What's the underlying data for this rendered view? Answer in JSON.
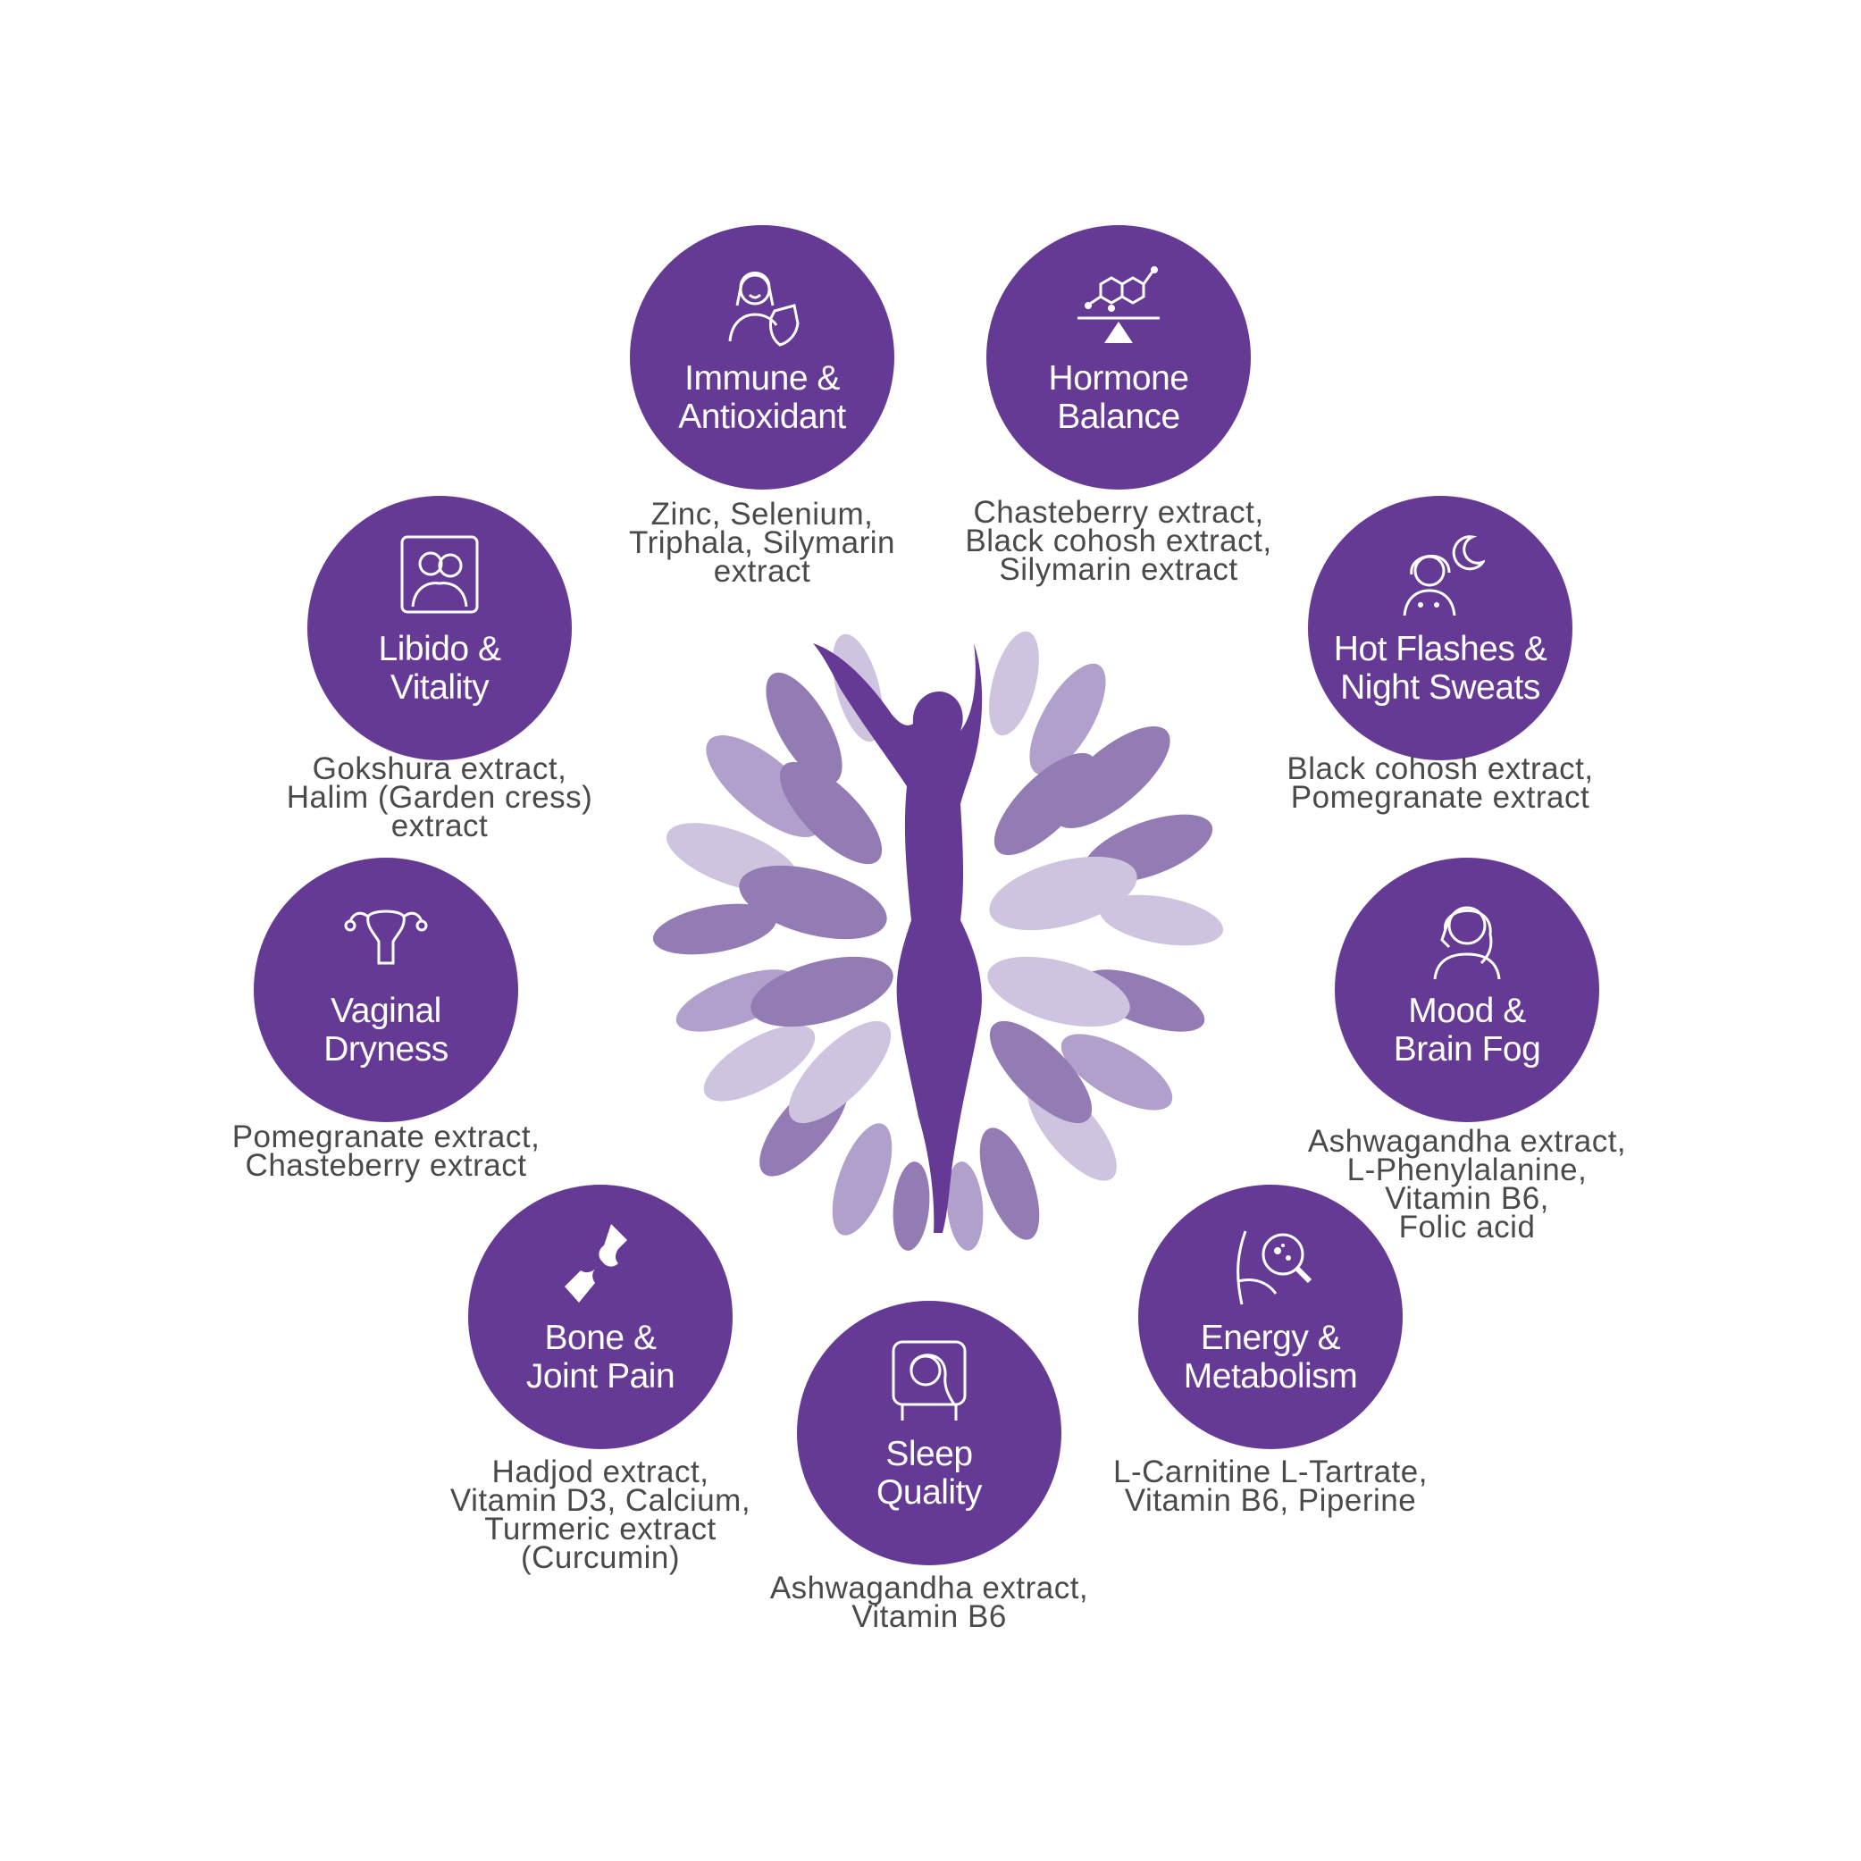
{
  "colors": {
    "primary": "#653a95",
    "leaf_dark": "#937cb3",
    "leaf_mid": "#b1a0cb",
    "leaf_light": "#cfc4e0",
    "text": "#4a4a4a",
    "background": "#ffffff"
  },
  "center": {
    "illustration": "woman-silhouette-with-leaves"
  },
  "benefits": [
    {
      "title_lines": [
        "Immune &",
        "Antioxidant"
      ],
      "icon": "woman-shield-icon",
      "ingredients": [
        "Zinc, Selenium,",
        "Triphala, Silymarin",
        "extract"
      ]
    },
    {
      "title_lines": [
        "Hormone",
        "Balance"
      ],
      "icon": "molecule-balance-icon",
      "ingredients": [
        "Chasteberry extract,",
        "Black cohosh extract,",
        "Silymarin extract"
      ]
    },
    {
      "title_lines": [
        "Hot Flashes &",
        "Night Sweats"
      ],
      "icon": "sweating-woman-moon-icon",
      "ingredients": [
        "Black cohosh extract,",
        "Pomegranate extract"
      ]
    },
    {
      "title_lines": [
        "Mood &",
        "Brain Fog"
      ],
      "icon": "headache-woman-icon",
      "ingredients": [
        "Ashwagandha extract,",
        "L-Phenylalanine,",
        "Vitamin B6,",
        "Folic acid"
      ]
    },
    {
      "title_lines": [
        "Energy &",
        "Metabolism"
      ],
      "icon": "body-magnifier-icon",
      "ingredients": [
        "L-Carnitine L-Tartrate,",
        "Vitamin B6, Piperine"
      ]
    },
    {
      "title_lines": [
        "Sleep",
        "Quality"
      ],
      "icon": "sleeping-woman-icon",
      "ingredients": [
        "Ashwagandha extract,",
        "Vitamin B6"
      ]
    },
    {
      "title_lines": [
        "Bone &",
        "Joint Pain"
      ],
      "icon": "knee-joint-icon",
      "ingredients": [
        "Hadjod extract,",
        "Vitamin D3, Calcium,",
        "Turmeric extract",
        "(Curcumin)"
      ]
    },
    {
      "title_lines": [
        "Vaginal",
        "Dryness"
      ],
      "icon": "uterus-icon",
      "ingredients": [
        "Pomegranate extract,",
        "Chasteberry extract"
      ]
    },
    {
      "title_lines": [
        "Libido &",
        "Vitality"
      ],
      "icon": "couple-bed-icon",
      "ingredients": [
        "Gokshura extract,",
        "Halim (Garden cress)",
        "extract"
      ]
    }
  ]
}
